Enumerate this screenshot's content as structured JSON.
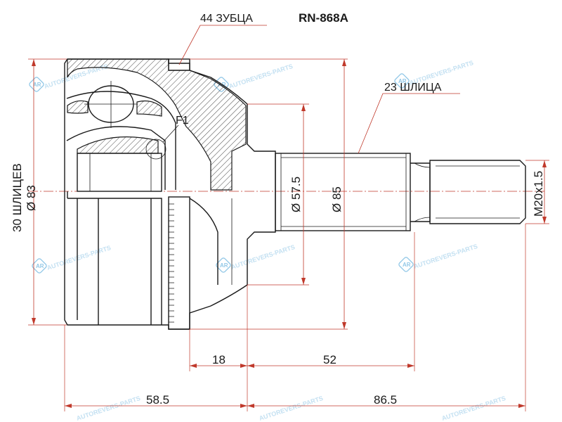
{
  "part_number": "RN-868A",
  "labels": {
    "teeth": "44 ЗУБЦА",
    "outer_splines": "23 ШЛИЦА",
    "inner_splines": "30 ШЛИЦЕВ",
    "f1": "F1"
  },
  "dimensions": {
    "d_inner": "Ø 83",
    "d_shaft": "Ø 57.5",
    "d_abs": "Ø 85",
    "thread": "M20x1.5",
    "len_18": "18",
    "len_52": "52",
    "len_58_5": "58.5",
    "len_86_5": "86.5"
  },
  "watermark": {
    "text": "AUTOREVERS-PARTS",
    "logo": "AR"
  },
  "colors": {
    "dimension_lines": "#c0392b",
    "outline": "#1a1a1a",
    "watermark": "#4aa3d8"
  }
}
